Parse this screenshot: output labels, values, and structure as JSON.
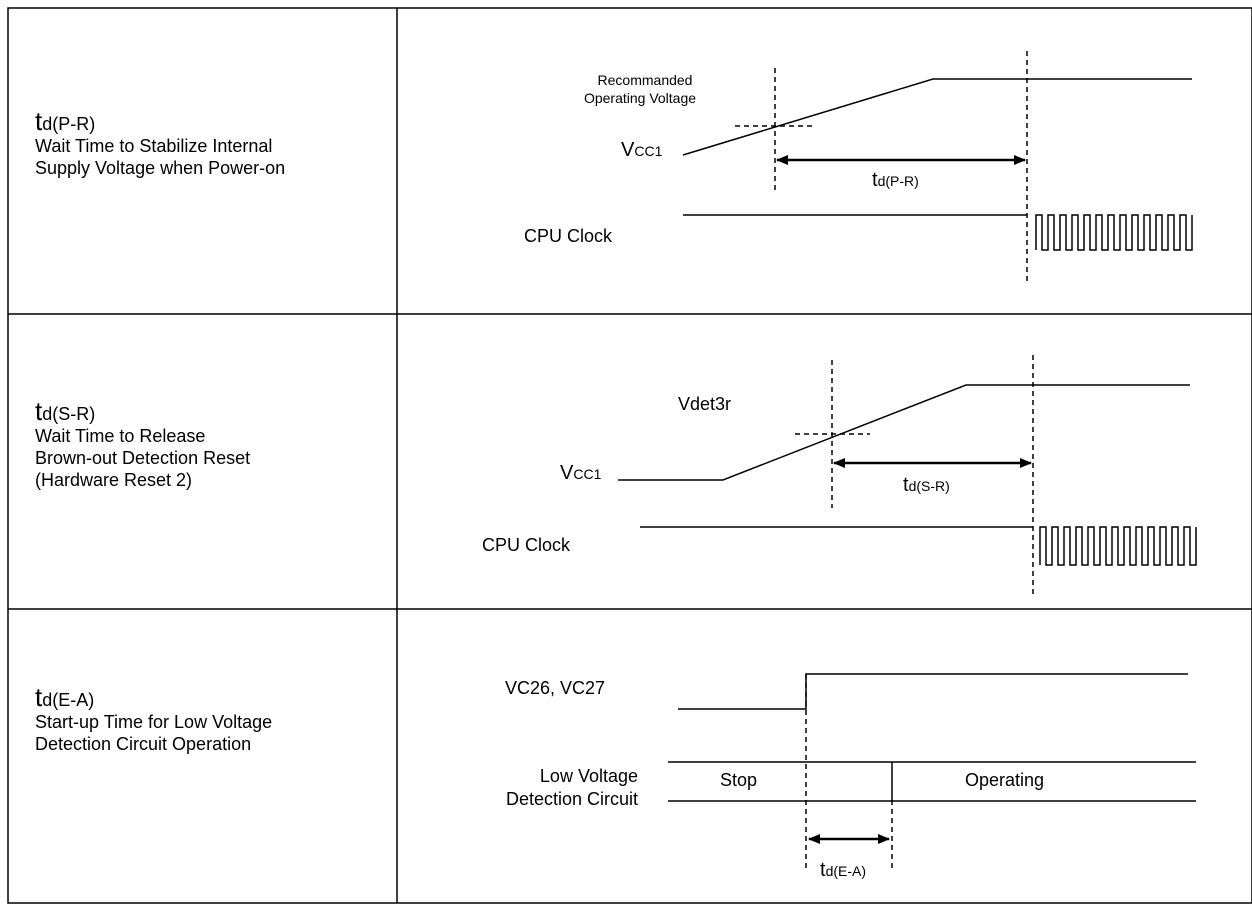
{
  "rows": [
    {
      "param_symbol": "t",
      "param_sub": "d(P-R)",
      "description_lines": [
        "Wait Time to Stabilize Internal",
        "Supply Voltage when Power-on"
      ],
      "labels": {
        "note_line1": "Recommanded",
        "note_line2": "Operating Voltage",
        "vcc_main": "V",
        "vcc_sub": "CC1",
        "cpu_clock": "CPU Clock",
        "interval_t": "t",
        "interval_sub": "d(P-R)"
      }
    },
    {
      "param_symbol": "t",
      "param_sub": "d(S-R)",
      "description_lines": [
        "Wait Time to Release",
        "Brown-out Detection Reset",
        "(Hardware Reset 2)"
      ],
      "labels": {
        "vdet": "Vdet3r",
        "vcc_main": "V",
        "vcc_sub": "CC1",
        "cpu_clock": "CPU Clock",
        "interval_t": "t",
        "interval_sub": "d(S-R)"
      }
    },
    {
      "param_symbol": "t",
      "param_sub": "d(E-A)",
      "description_lines": [
        "Start-up Time for Low Voltage",
        "Detection Circuit Operation"
      ],
      "labels": {
        "signal": "VC26, VC27",
        "circuit_line1": "Low Voltage",
        "circuit_line2": "Detection Circuit",
        "state_stop": "Stop",
        "state_operating": "Operating",
        "interval_t": "t",
        "interval_sub": "d(E-A)"
      }
    }
  ]
}
